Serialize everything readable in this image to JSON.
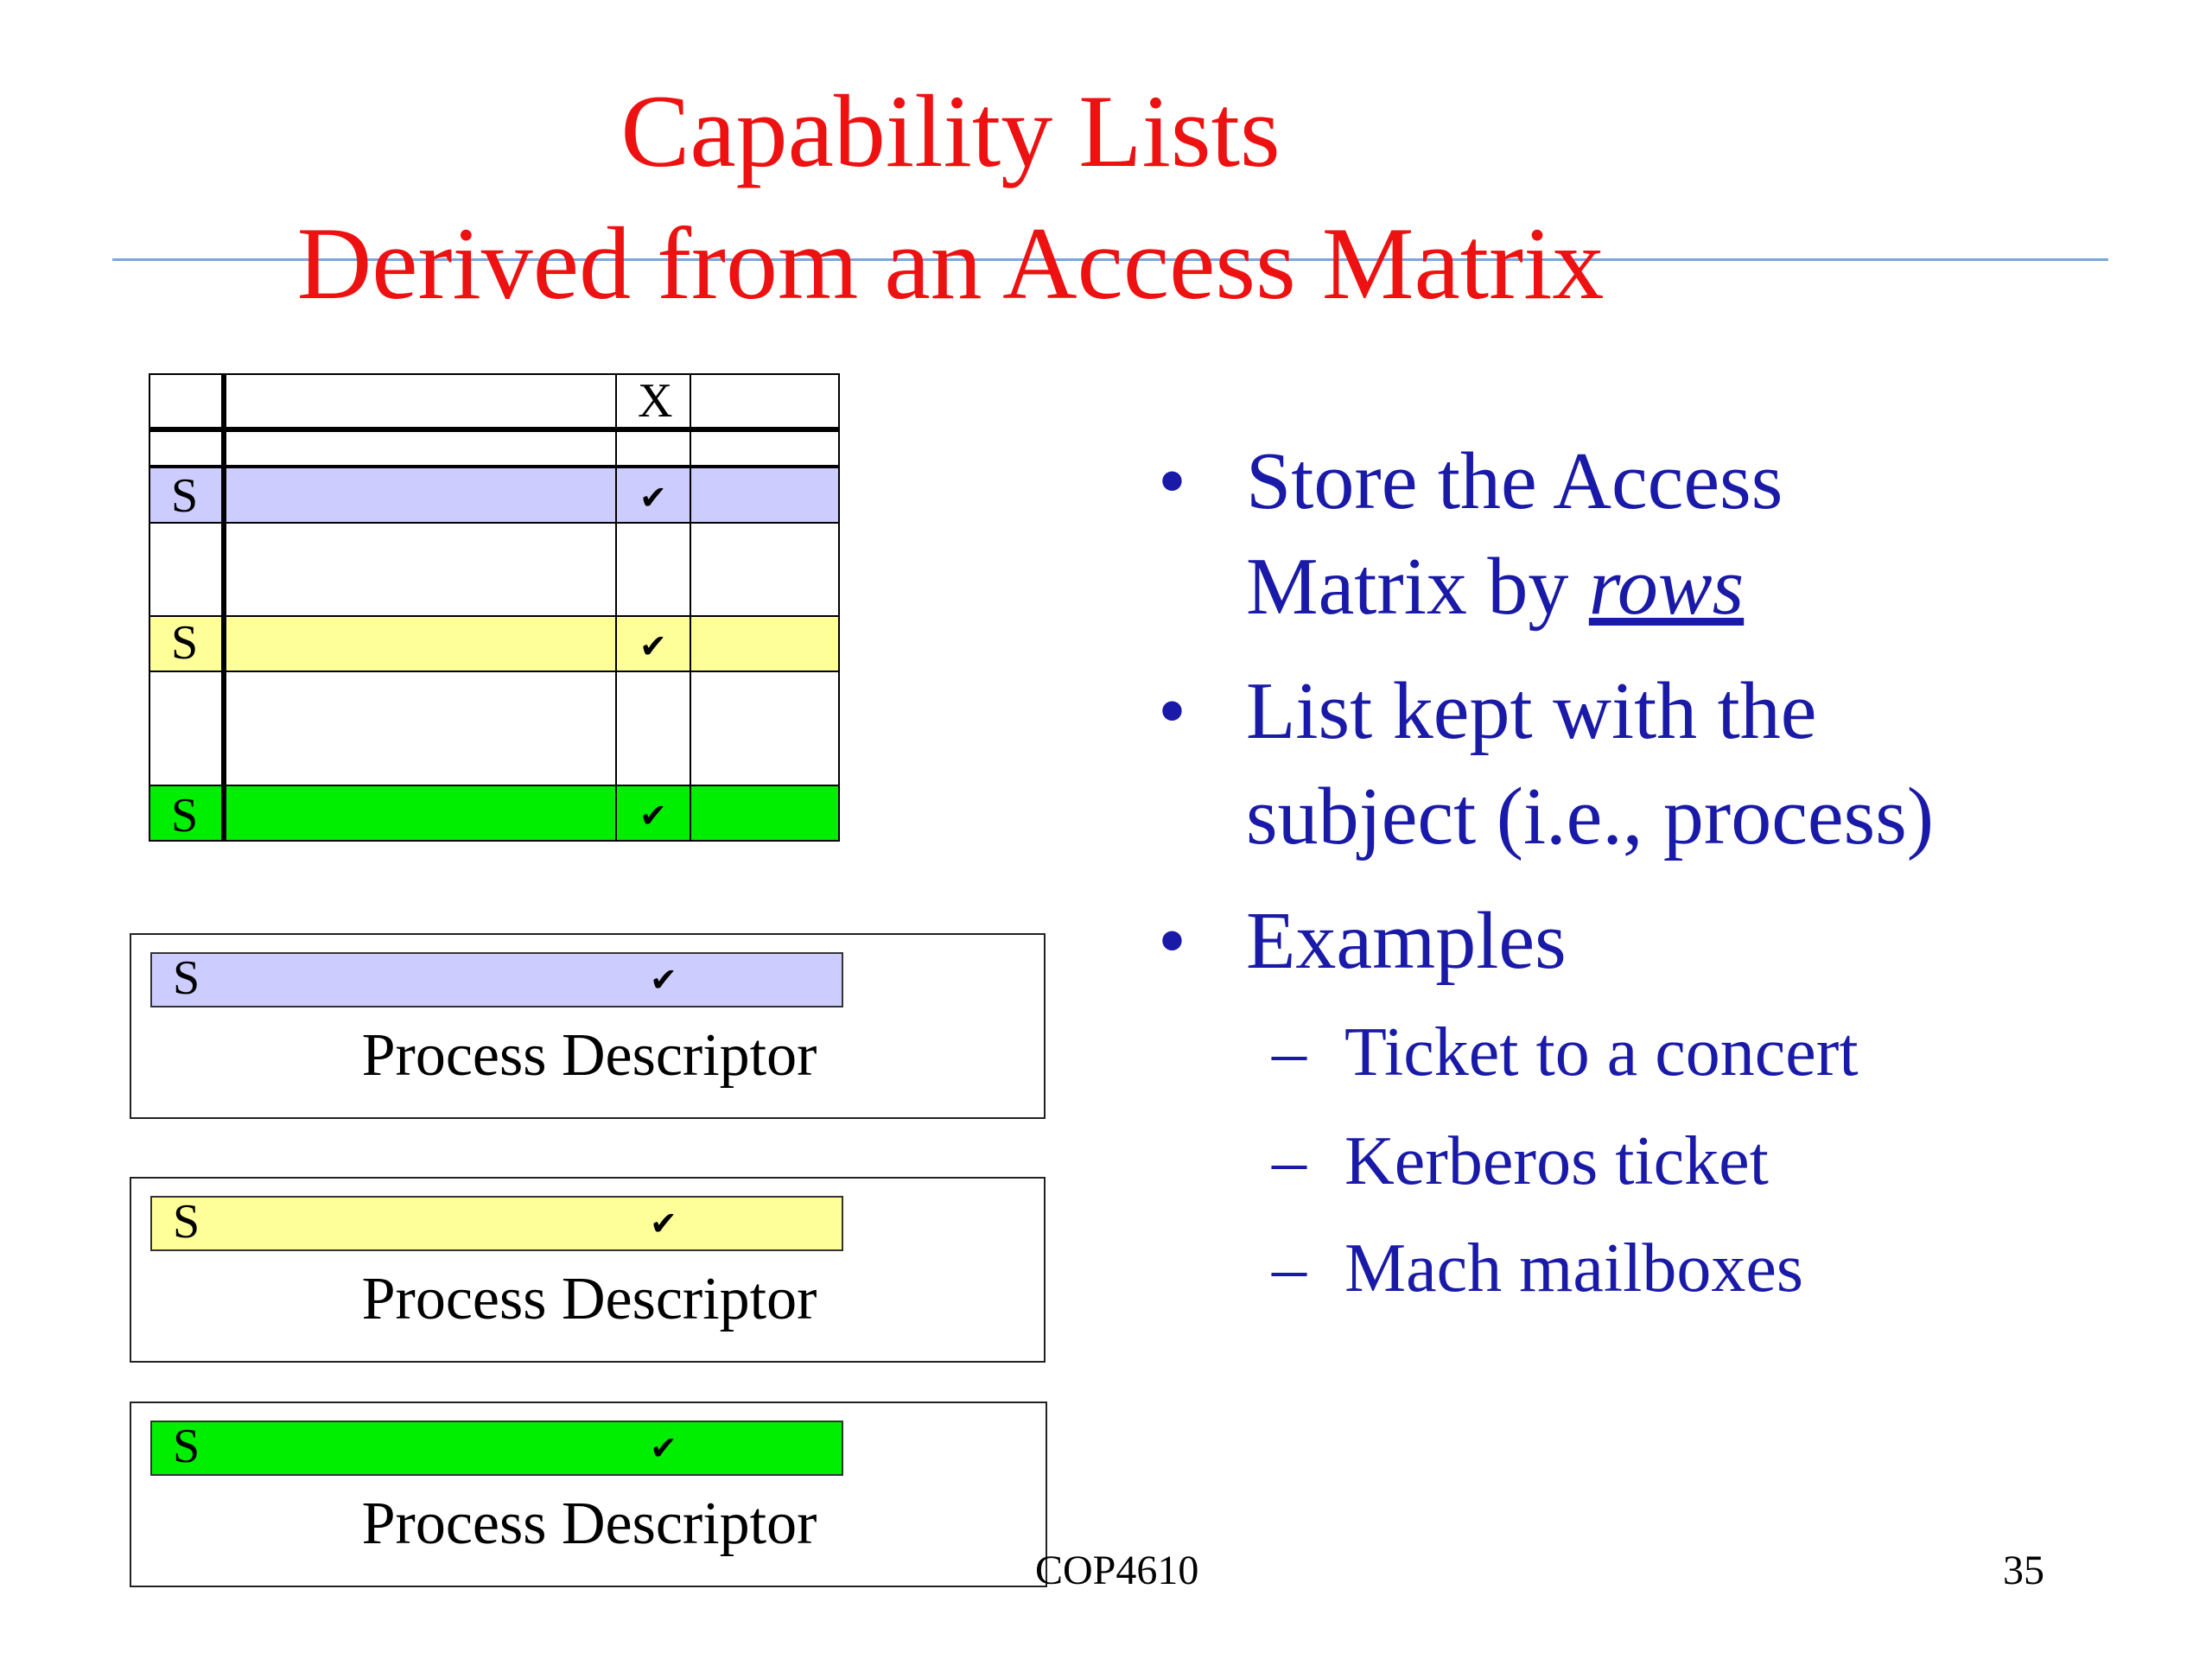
{
  "slide": {
    "title_line1": "Capability Lists",
    "title_line2": "Derived from an Access Matrix"
  },
  "matrix": {
    "column_header": "X",
    "rows": [
      {
        "subject": "S",
        "check": "✔",
        "color": "#ccccff"
      },
      {
        "subject": "S",
        "check": "✔",
        "color": "#ffff99"
      },
      {
        "subject": "S",
        "check": "✔",
        "color": "#00ee00"
      }
    ]
  },
  "descriptors": [
    {
      "subject": "S",
      "check": "✔",
      "color": "#ccccff",
      "label": "Process Descriptor"
    },
    {
      "subject": "S",
      "check": "✔",
      "color": "#ffff99",
      "label": "Process Descriptor"
    },
    {
      "subject": "S",
      "check": "✔",
      "color": "#00ee00",
      "label": "Process Descriptor"
    }
  ],
  "bullets": {
    "b1_line1": "Store the Access",
    "b1_line2_prefix": "Matrix by ",
    "b1_line2_emph": "rows",
    "b2_line1": "List kept with the",
    "b2_line2": "subject (i.e., process)",
    "b3": "Examples",
    "sub1": "Ticket to a concert",
    "sub2": "Kerberos ticket",
    "sub3": "Mach mailboxes",
    "bullet_symbol": "•",
    "dash_symbol": "–"
  },
  "footer": {
    "course": "COP4610",
    "page": "35"
  }
}
